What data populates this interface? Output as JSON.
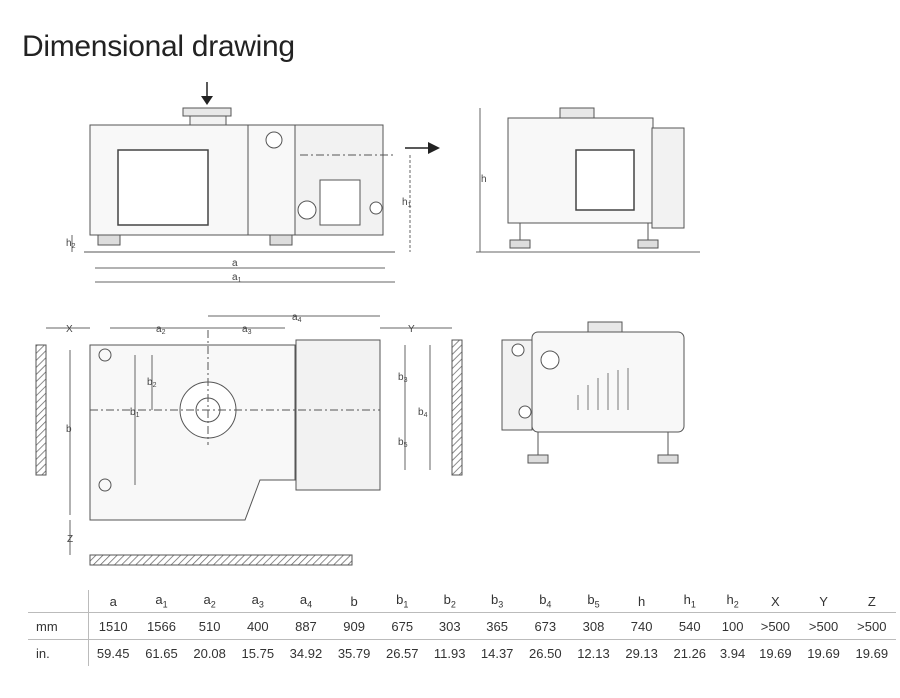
{
  "title": "Dimensional drawing",
  "drawing_labels": {
    "a": "a",
    "a1": "a",
    "a1_sub": "1",
    "h1": "h",
    "h1_sub": "1",
    "h2": "h",
    "h2_sub": "2",
    "h": "h",
    "x": "X",
    "y": "Y",
    "z": "Z",
    "a2": "a",
    "a2_sub": "2",
    "a3": "a",
    "a3_sub": "3",
    "a4": "a",
    "a4_sub": "4",
    "b": "b",
    "b1": "b",
    "b1_sub": "1",
    "b2": "b",
    "b2_sub": "2",
    "b3": "b",
    "b3_sub": "3",
    "b4": "b",
    "b4_sub": "4",
    "b5": "b",
    "b5_sub": "5"
  },
  "table": {
    "columns": [
      {
        "base": "a",
        "sub": ""
      },
      {
        "base": "a",
        "sub": "1"
      },
      {
        "base": "a",
        "sub": "2"
      },
      {
        "base": "a",
        "sub": "3"
      },
      {
        "base": "a",
        "sub": "4"
      },
      {
        "base": "b",
        "sub": ""
      },
      {
        "base": "b",
        "sub": "1"
      },
      {
        "base": "b",
        "sub": "2"
      },
      {
        "base": "b",
        "sub": "3"
      },
      {
        "base": "b",
        "sub": "4"
      },
      {
        "base": "b",
        "sub": "5"
      },
      {
        "base": "h",
        "sub": ""
      },
      {
        "base": "h",
        "sub": "1"
      },
      {
        "base": "h",
        "sub": "2"
      },
      {
        "base": "X",
        "sub": ""
      },
      {
        "base": "Y",
        "sub": ""
      },
      {
        "base": "Z",
        "sub": ""
      }
    ],
    "rows": [
      {
        "unit": "mm",
        "values": [
          "1510",
          "1566",
          "510",
          "400",
          "887",
          "909",
          "675",
          "303",
          "365",
          "673",
          "308",
          "740",
          "540",
          "100",
          ">500",
          ">500",
          ">500"
        ]
      },
      {
        "unit": "in.",
        "values": [
          "59.45",
          "61.65",
          "20.08",
          "15.75",
          "34.92",
          "35.79",
          "26.57",
          "11.93",
          "14.37",
          "26.50",
          "12.13",
          "29.13",
          "21.26",
          "3.94",
          "19.69",
          "19.69",
          "19.69"
        ]
      }
    ]
  }
}
